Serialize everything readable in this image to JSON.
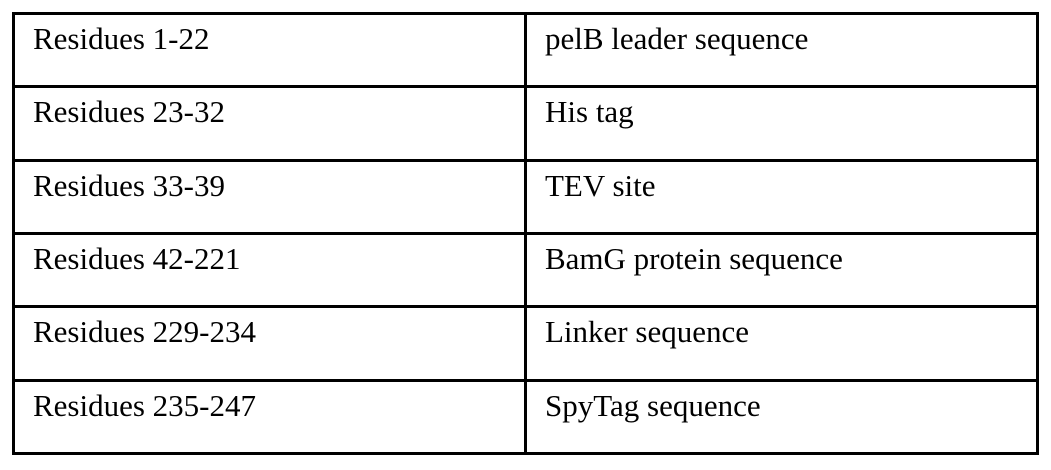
{
  "table": {
    "name": "construct-residue-annotation-table",
    "columns": [
      "residue_range",
      "feature_description"
    ],
    "rows": [
      {
        "residues": "Residues 1-22",
        "description": "pelB leader sequence"
      },
      {
        "residues": "Residues 23-32",
        "description": "His tag"
      },
      {
        "residues": "Residues 33-39",
        "description": "TEV site"
      },
      {
        "residues": "Residues 42-221",
        "description": "BamG protein sequence"
      },
      {
        "residues": "Residues 229-234",
        "description": "Linker sequence"
      },
      {
        "residues": "Residues 235-247",
        "description": "SpyTag sequence"
      }
    ]
  },
  "colors": {
    "border": "#000000",
    "text": "#000000",
    "background": "#ffffff"
  }
}
